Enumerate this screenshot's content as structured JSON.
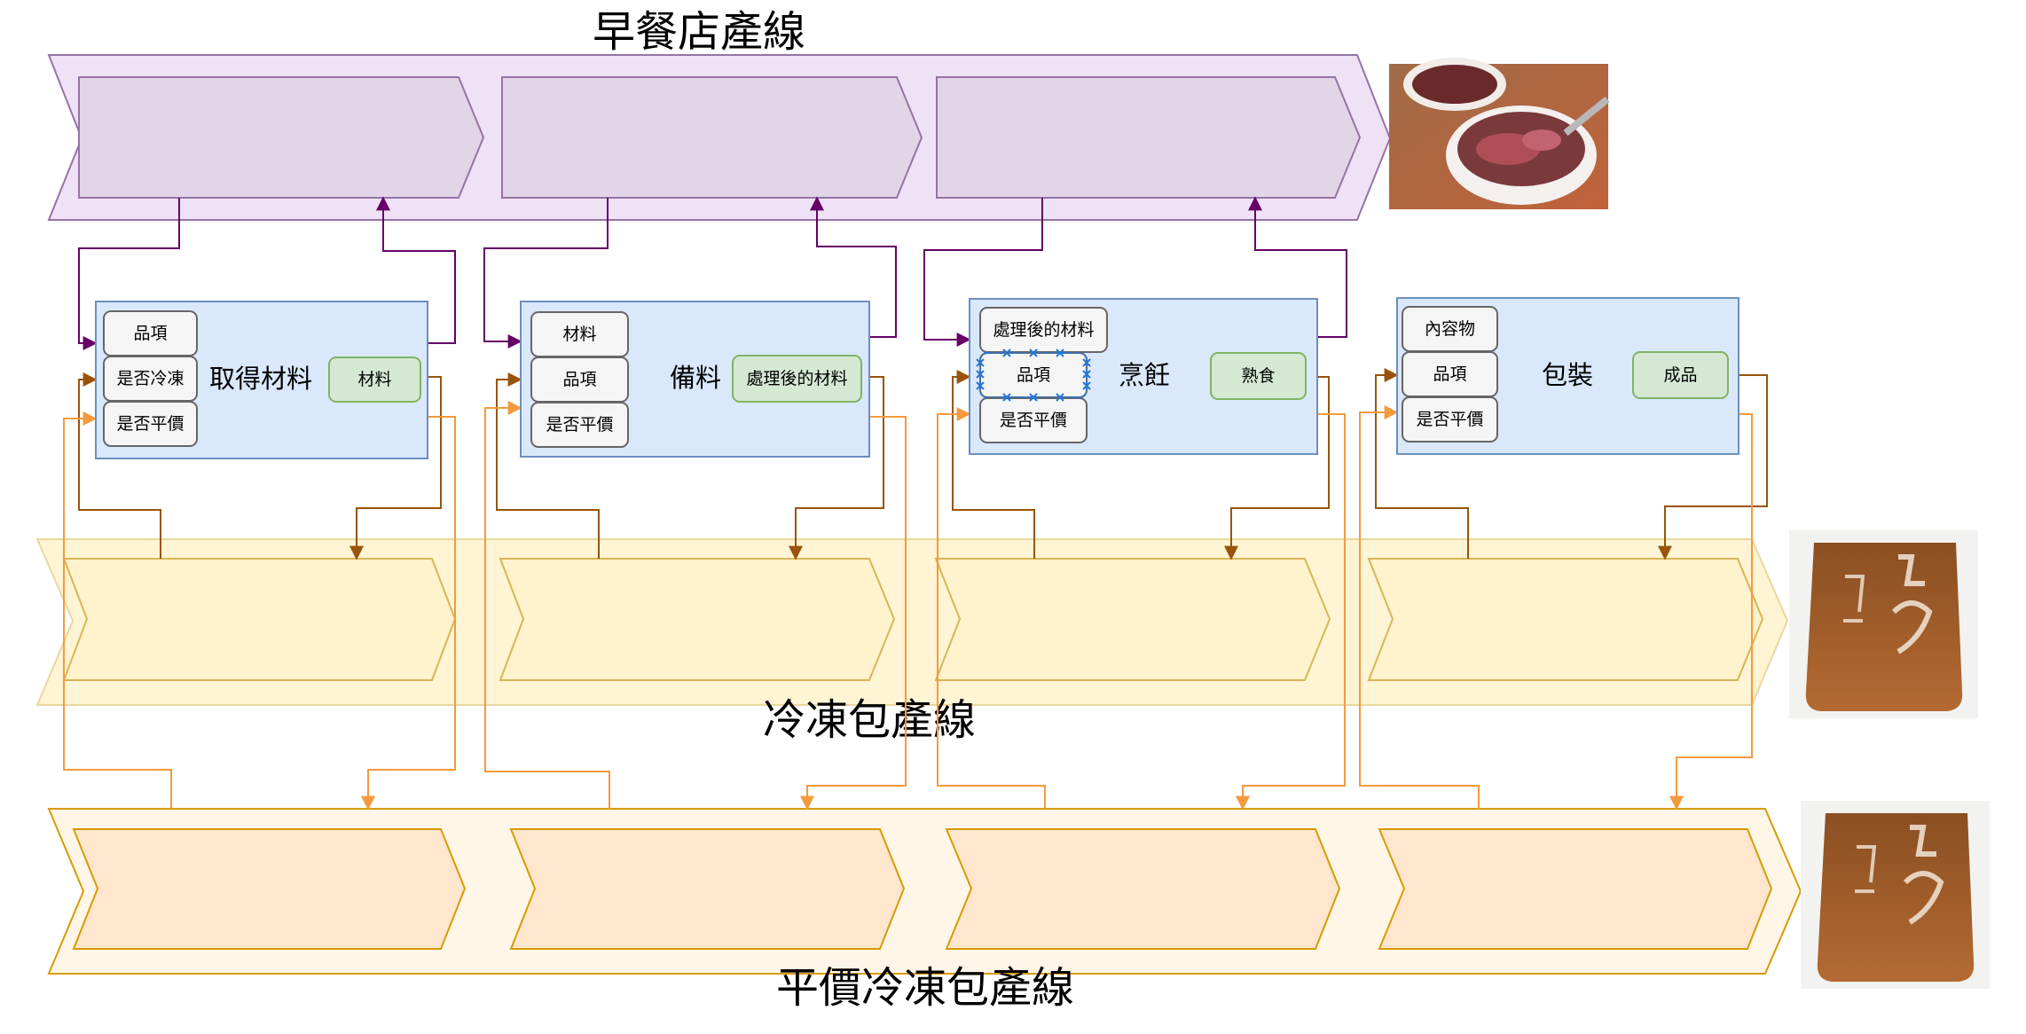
{
  "lines": {
    "breakfast": {
      "title": "早餐店產線",
      "fill_outer": "#efe2f6",
      "stroke": "#9673a6",
      "fill_inner": "#e1d5e7",
      "image": "bowl-of-beef-soup"
    },
    "frozen": {
      "title": "冷凍包產線",
      "fill_outer": "#fff2cc",
      "stroke": "#d6b656",
      "fill_inner": "#fff2cc",
      "image": "frozen-beef-soup-pack"
    },
    "budget": {
      "title": "平價冷凍包產線",
      "fill_outer": "#fff6e8",
      "stroke": "#d79b00",
      "fill_inner": "#ffe6cc",
      "image": "frozen-beef-soup-pack"
    }
  },
  "steps": [
    {
      "title": "取得材料",
      "inputs": [
        "品項",
        "是否冷凍",
        "是否平價"
      ],
      "output": "材料"
    },
    {
      "title": "備料",
      "inputs": [
        "材料",
        "品項",
        "是否平價"
      ],
      "output": "處理後的材料"
    },
    {
      "title": "烹飪",
      "inputs": [
        "處理後的材料",
        "品項",
        "是否平價"
      ],
      "output": "熟食"
    },
    {
      "title": "包裝",
      "inputs": [
        "內容物",
        "品項",
        "是否平價"
      ],
      "output": "成品"
    }
  ],
  "colors": {
    "step_fill": "#dae8fc",
    "step_stroke": "#6c8ebf",
    "input_fill": "#f5f5f5",
    "input_stroke": "#666666",
    "output_fill": "#d5e8d4",
    "output_stroke": "#82b366",
    "purple_edge": "#660066",
    "brown_edge": "#99540a",
    "orange_edge": "#f49a3c",
    "selection": "#2574d8"
  }
}
